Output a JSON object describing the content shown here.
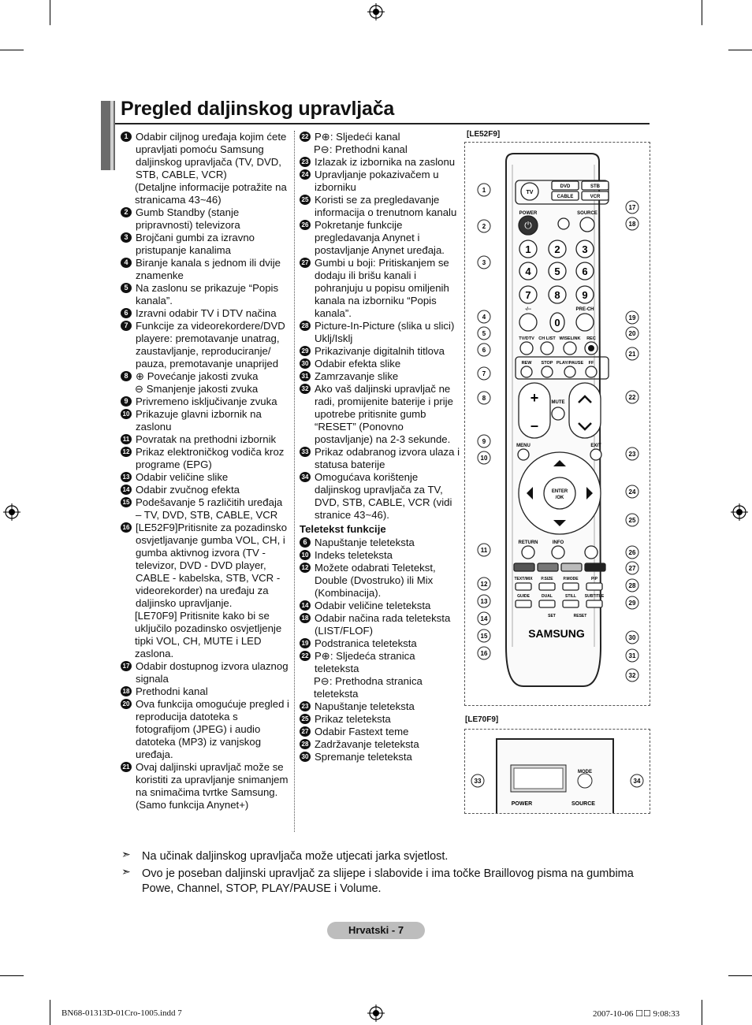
{
  "page": {
    "title": "Pregled daljinskog upravljača",
    "footer": "Hrvatski - 7",
    "slug_left": "BN68-01313D-01Cro-1005.indd   7",
    "slug_right": "2007-10-06   ☐☐ 9:08:33"
  },
  "col1": [
    {
      "n": "1",
      "t": "Odabir ciljnog uređaja kojim ćete upravljati pomoću Samsung daljinskog upravljača (TV, DVD, STB, CABLE, VCR)"
    },
    {
      "n": "",
      "t": "(Detaljne informacije potražite na stranicama 43~46)"
    },
    {
      "n": "2",
      "t": "Gumb Standby (stanje pripravnosti) televizora"
    },
    {
      "n": "3",
      "t": "Brojčani gumbi za izravno pristupanje kanalima"
    },
    {
      "n": "4",
      "t": "Biranje kanala s jednom ili dvije znamenke"
    },
    {
      "n": "5",
      "t": "Na zaslonu se prikazuje “Popis kanala”."
    },
    {
      "n": "6",
      "t": "Izravni odabir TV i DTV načina"
    },
    {
      "n": "7",
      "t": "Funkcije za videorekordere/DVD playere: premotavanje unatrag, zaustavljanje, reproduciranje/ pauza, premotavanje unaprijed"
    },
    {
      "n": "8",
      "t": "⊕ Povećanje jakosti zvuka"
    },
    {
      "n": "",
      "t": "⊖ Smanjenje jakosti zvuka"
    },
    {
      "n": "9",
      "t": "Privremeno isključivanje zvuka"
    },
    {
      "n": "10",
      "t": "Prikazuje glavni izbornik na zaslonu"
    },
    {
      "n": "11",
      "t": "Povratak na prethodni izbornik"
    },
    {
      "n": "12",
      "t": "Prikaz elektroničkog vodiča kroz programe (EPG)"
    },
    {
      "n": "13",
      "t": "Odabir veličine slike"
    },
    {
      "n": "14",
      "t": "Odabir zvučnog efekta"
    },
    {
      "n": "15",
      "t": "Podešavanje 5 različitih uređaja – TV, DVD, STB, CABLE, VCR"
    },
    {
      "n": "16",
      "t": "[LE52F9]Pritisnite za pozadinsko osvjetljavanje gumba VOL, CH, i gumba aktivnog izvora (TV - televizor, DVD - DVD player, CABLE - kabelska, STB, VCR - videorekorder) na uređaju za daljinsko upravljanje."
    },
    {
      "n": "",
      "t": "[LE70F9] Pritisnite kako bi se uključilo pozadinsko osvjetljenje tipki VOL, CH, MUTE i LED zaslona."
    },
    {
      "n": "17",
      "t": "Odabir dostupnog izvora ulaznog signala"
    },
    {
      "n": "18",
      "t": "Prethodni kanal"
    },
    {
      "n": "20",
      "t": "Ova funkcija omogućuje pregled i reproducija datoteka s fotografijom (JPEG) i audio datoteka (MP3) iz vanjskog uređaja."
    },
    {
      "n": "21",
      "t": "Ovaj daljinski upravljač može se koristiti za upravljanje snimanjem na snimačima tvrtke Samsung. (Samo funkcija Anynet+)"
    }
  ],
  "col2": [
    {
      "n": "22",
      "t": "P⊕: Sljedeći kanal"
    },
    {
      "n": "",
      "t": "P⊖: Prethodni kanal"
    },
    {
      "n": "23",
      "t": "Izlazak iz izbornika na zaslonu"
    },
    {
      "n": "24",
      "t": "Upravljanje pokazivačem u izborniku"
    },
    {
      "n": "25",
      "t": "Koristi se za pregledavanje informacija o trenutnom kanalu"
    },
    {
      "n": "26",
      "t": "Pokretanje funkcije pregledavanja Anynet i postavljanje Anynet uređaja."
    },
    {
      "n": "27",
      "t": "Gumbi u boji: Pritiskanjem se dodaju ili brišu kanali i pohranjuju u popisu omiljenih kanala na izborniku “Popis kanala”."
    },
    {
      "n": "28",
      "t": "Picture-In-Picture (slika u slici) Uklj/Isklj"
    },
    {
      "n": "29",
      "t": "Prikazivanje digitalnih titlova"
    },
    {
      "n": "30",
      "t": "Odabir efekta slike"
    },
    {
      "n": "31",
      "t": "Zamrzavanje slike"
    },
    {
      "n": "32",
      "t": "Ako vaš daljinski upravljač ne radi, promijenite baterije i prije upotrebe pritisnite gumb “RESET” (Ponovno postavljanje) na 2-3 sekunde."
    },
    {
      "n": "33",
      "t": "Prikaz odabranog izvora ulaza i statusa baterije"
    },
    {
      "n": "34",
      "t": "Omogućava korištenje daljinskog upravljača za TV, DVD, STB, CABLE, VCR (vidi stranice 43~46)."
    }
  ],
  "teletext_heading": "Teletekst funkcije",
  "teletext": [
    {
      "n": "6",
      "t": "Napuštanje teleteksta"
    },
    {
      "n": "10",
      "t": "Indeks teleteksta"
    },
    {
      "n": "12",
      "t": "Možete odabrati Teletekst, Double (Dvostruko) ili Mix (Kombinacija)."
    },
    {
      "n": "14",
      "t": "Odabir veličine teleteksta"
    },
    {
      "n": "18",
      "t": "Odabir načina rada teleteksta (LIST/FLOF)"
    },
    {
      "n": "19",
      "t": "Podstranica teleteksta"
    },
    {
      "n": "22",
      "t": "P⊕: Sljedeća stranica teleteksta"
    },
    {
      "n": "",
      "t": "P⊖: Prethodna stranica teleteksta"
    },
    {
      "n": "23",
      "t": "Napuštanje teleteksta"
    },
    {
      "n": "25",
      "t": "Prikaz teleteksta"
    },
    {
      "n": "27",
      "t": "Odabir Fastext teme"
    },
    {
      "n": "28",
      "t": "Zadržavanje teleteksta"
    },
    {
      "n": "30",
      "t": "Spremanje teleteksta"
    }
  ],
  "remote": {
    "label_a": "[LE52F9]",
    "label_b": "[LE70F9]",
    "sources": [
      "DVD",
      "STB",
      "CABLE",
      "VCR"
    ],
    "tv": "TV",
    "power": "POWER",
    "source": "SOURCE",
    "digits": [
      "1",
      "2",
      "3",
      "4",
      "5",
      "6",
      "7",
      "8",
      "9"
    ],
    "zero": "0",
    "dash": "-/--",
    "prech": "PRE-CH",
    "row_labels": [
      "TV/DTV",
      "CH LIST",
      "WISELINK",
      "REC"
    ],
    "transport": [
      "REW",
      "STOP",
      "PLAY/PAUSE",
      "FF"
    ],
    "mute": "MUTE",
    "menu": "MENU",
    "exit": "EXIT",
    "enter": "ENTER\n/OK",
    "return": "RETURN",
    "info": "INFO",
    "row3": [
      "TEXT/MIX",
      "P.SIZE",
      "P.MODE",
      "PIP"
    ],
    "row4": [
      "GUIDE",
      "DUAL",
      "STILL",
      "SUBTITLE"
    ],
    "set": "SET",
    "reset": "RESET",
    "brand": "SAMSUNG",
    "mode": "MODE",
    "callouts_left": [
      "1",
      "2",
      "3",
      "4",
      "5",
      "6",
      "7",
      "8",
      "9",
      "10",
      "11",
      "12",
      "13",
      "14",
      "15",
      "16"
    ],
    "callouts_right": [
      "17",
      "18",
      "19",
      "20",
      "21",
      "22",
      "23",
      "24",
      "25",
      "26",
      "27",
      "28",
      "29",
      "30",
      "31",
      "32"
    ],
    "callouts_b": [
      "33",
      "34"
    ]
  },
  "notes": [
    "Na učinak daljinskog upravljača može utjecati jarka svjetlost.",
    "Ovo je poseban daljinski upravljač za slijepe i slabovide i ima točke Braillovog pisma na gumbima Powe, Channel, STOP, PLAY/PAUSE i Volume."
  ]
}
